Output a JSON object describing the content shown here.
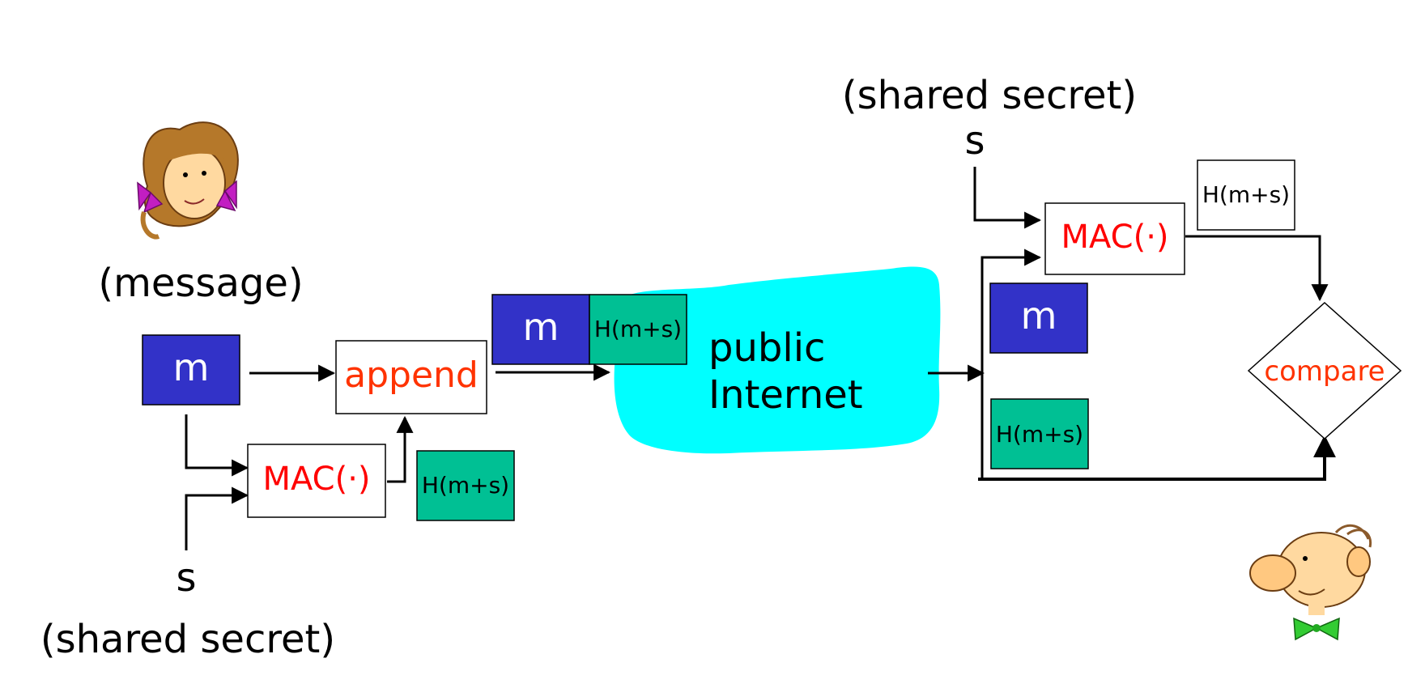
{
  "sender": {
    "label_message": "(message)",
    "m_label": "m",
    "append_label": "append",
    "mac_label": "MAC(·)",
    "hash_label": "H(m+s)",
    "secret_symbol": "s",
    "secret_label": "(shared secret)"
  },
  "channel": {
    "m_label": "m",
    "hash_label": "H(m+s)",
    "cloud_line1": "public",
    "cloud_line2": "Internet"
  },
  "receiver": {
    "secret_label": "(shared secret)",
    "secret_symbol": "s",
    "mac_label": "MAC(·)",
    "hash_label": "H(m+s)",
    "m_label": "m",
    "received_hash_label": "H(m+s)",
    "compare_label": "compare"
  },
  "colors": {
    "message_box": "#3232c8",
    "hash_box": "#00c094",
    "cloud": "#00ffff",
    "mac_text": "#ff0000",
    "append_text": "#ff3300",
    "line": "#000000"
  },
  "icons": {
    "sender": "alice-cartoon-icon",
    "receiver": "bob-cartoon-icon"
  }
}
